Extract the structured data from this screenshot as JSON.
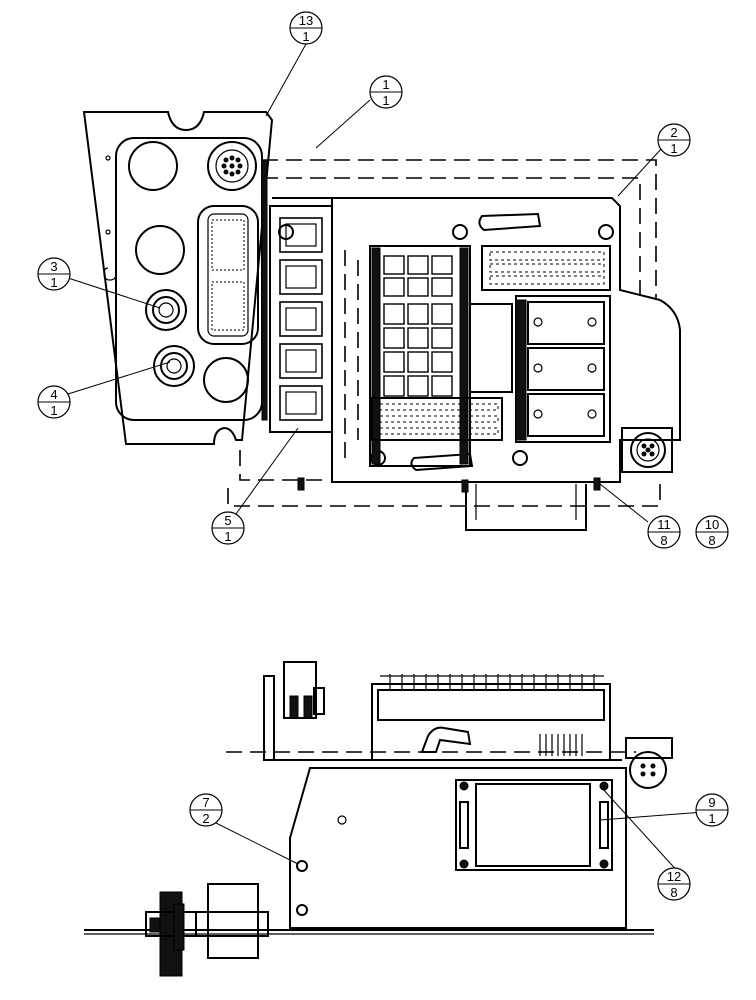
{
  "callouts": [
    {
      "id": "c13",
      "item": "13",
      "qty": "1"
    },
    {
      "id": "c1",
      "item": "1",
      "qty": "1"
    },
    {
      "id": "c2",
      "item": "2",
      "qty": "1"
    },
    {
      "id": "c3",
      "item": "3",
      "qty": "1"
    },
    {
      "id": "c4",
      "item": "4",
      "qty": "1"
    },
    {
      "id": "c5",
      "item": "5",
      "qty": "1"
    },
    {
      "id": "c11",
      "item": "11",
      "qty": "8"
    },
    {
      "id": "c10",
      "item": "10",
      "qty": "8"
    },
    {
      "id": "c7",
      "item": "7",
      "qty": "2"
    },
    {
      "id": "c9",
      "item": "9",
      "qty": "1"
    },
    {
      "id": "c12",
      "item": "12",
      "qty": "8"
    }
  ],
  "colors": {
    "line": "#000000",
    "background": "#ffffff"
  }
}
